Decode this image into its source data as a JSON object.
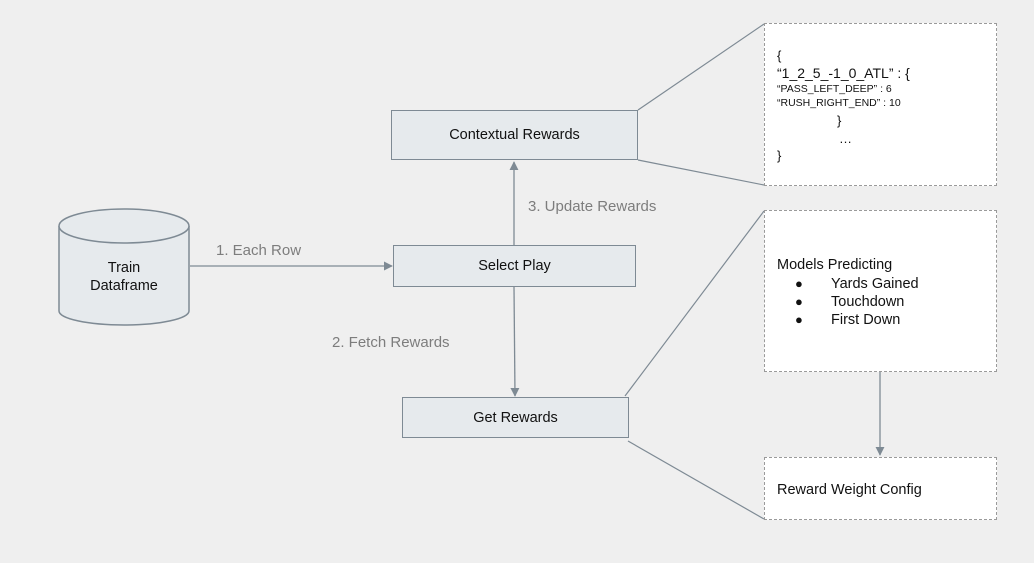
{
  "nodes": {
    "train_dataframe": {
      "line1": "Train",
      "line2": "Dataframe"
    },
    "select_play": "Select Play",
    "contextual_rewards": "Contextual Rewards",
    "get_rewards": "Get Rewards"
  },
  "edges": {
    "each_row": "1. Each Row",
    "fetch_rewards": "2. Fetch Rewards",
    "update_rewards": "3. Update Rewards"
  },
  "json_panel": {
    "open_brace": "{",
    "key": "“1_2_5_-1_0_ATL” : {",
    "entry1": "“PASS_LEFT_DEEP” : 6",
    "entry2": "“RUSH_RIGHT_END” : 10",
    "inner_close": "}",
    "ellipsis": "…",
    "close_brace": "}"
  },
  "models_panel": {
    "title": "Models Predicting",
    "items": [
      "Yards Gained",
      "Touchdown",
      "First Down"
    ]
  },
  "weight_panel": {
    "label": "Reward Weight Config"
  },
  "colors": {
    "background": "#efefef",
    "node_fill": "#e6eaed",
    "node_border": "#7e8a94",
    "connector": "#7e8a94",
    "edge_label": "#7d7d7d",
    "panel_fill": "#ffffff",
    "panel_border": "#9a9a9a"
  }
}
